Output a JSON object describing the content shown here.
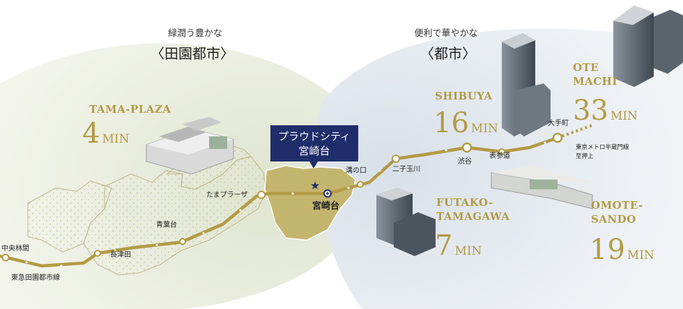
{
  "left_area": {
    "tagline": "緑潤う豊かな",
    "title": "〈田園都市〉"
  },
  "right_area": {
    "tagline": "便利で華やかな",
    "title": "〈都市〉"
  },
  "property": {
    "name_line1": "プラウドシティ",
    "name_line2": "宮崎台",
    "station": "宮崎台"
  },
  "times": [
    {
      "id": "tama-plaza",
      "name_lines": [
        "TAMA-PLAZA"
      ],
      "minutes": "4",
      "unit": "MIN"
    },
    {
      "id": "shibuya",
      "name_lines": [
        "SHIBUYA"
      ],
      "minutes": "16",
      "unit": "MIN"
    },
    {
      "id": "otemachi",
      "name_lines": [
        "OTE",
        "MACHI"
      ],
      "minutes": "33",
      "unit": "MIN"
    },
    {
      "id": "futako-tamagawa",
      "name_lines": [
        "FUTAKO-",
        "TAMAGAWA"
      ],
      "minutes": "7",
      "unit": "MIN"
    },
    {
      "id": "omotesando",
      "name_lines": [
        "OMOTE-",
        "SANDO"
      ],
      "minutes": "19",
      "unit": "MIN"
    }
  ],
  "stations": {
    "chuo_rinkan": "中央林間",
    "nagatsuta": "長津田",
    "aobadai": "青葉台",
    "tama_plaza": "たまプラーザ",
    "mizonokuchi": "溝の口",
    "futako_tamagawa": "二子玉川",
    "shibuya": "渋谷",
    "omotesando": "表参道",
    "otemachi": "大手町"
  },
  "lines": {
    "tokyu": "東急田園都市線",
    "hanzomon_1": "東京メトロ半蔵門線",
    "hanzomon_2": "至押上"
  },
  "colors": {
    "line": "#b39a45",
    "accent_gold": "#b39a45",
    "property_badge": "#1f2d6b",
    "district": "#c4b56e"
  }
}
